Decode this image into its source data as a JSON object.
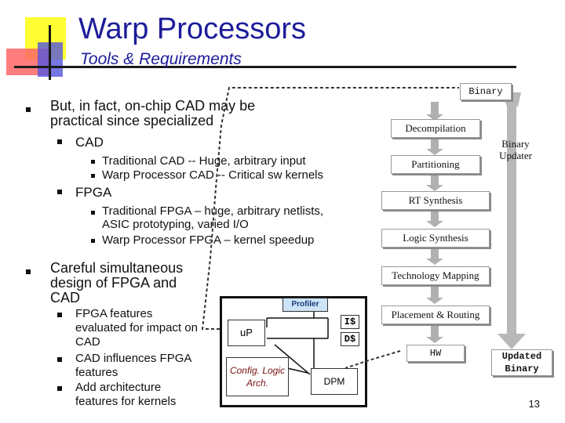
{
  "header": {
    "title": "Warp Processors",
    "subtitle": "Tools & Requirements"
  },
  "bullets": {
    "b1": "But, in fact, on-chip CAD may be practical since specialized",
    "cad": "CAD",
    "cad_items": [
      "Traditional CAD -- Huge, arbitrary input",
      "Warp Processor CAD -- Critical sw kernels"
    ],
    "fpga": "FPGA",
    "fpga_items": [
      "Traditional FPGA – huge, arbitrary netlists, ASIC prototyping, varied I/O",
      "Warp Processor FPGA – kernel speedup"
    ],
    "b2": "Careful simultaneous design of FPGA and CAD",
    "b2_items": [
      "FPGA features evaluated for impact on CAD",
      "CAD influences FPGA features",
      "Add architecture features for kernels"
    ]
  },
  "flow": {
    "binary": "Binary",
    "steps": [
      "Decompilation",
      "Partitioning",
      "RT Synthesis",
      "Logic Synthesis",
      "Technology Mapping",
      "Placement & Routing"
    ],
    "hw": "HW",
    "binary_updater": "Binary Updater",
    "updated_binary": "Updated Binary"
  },
  "chip": {
    "profiler": "Profiler",
    "up": "uP",
    "is": "I$",
    "ds": "D$",
    "config": "Config. Logic Arch.",
    "dpm": "DPM"
  },
  "footer": {
    "page_number": "13"
  },
  "colors": {
    "title": "#1c1c9a",
    "profiler_fill": "#cde3f7",
    "arrow_gray": "#aaaaaa"
  }
}
